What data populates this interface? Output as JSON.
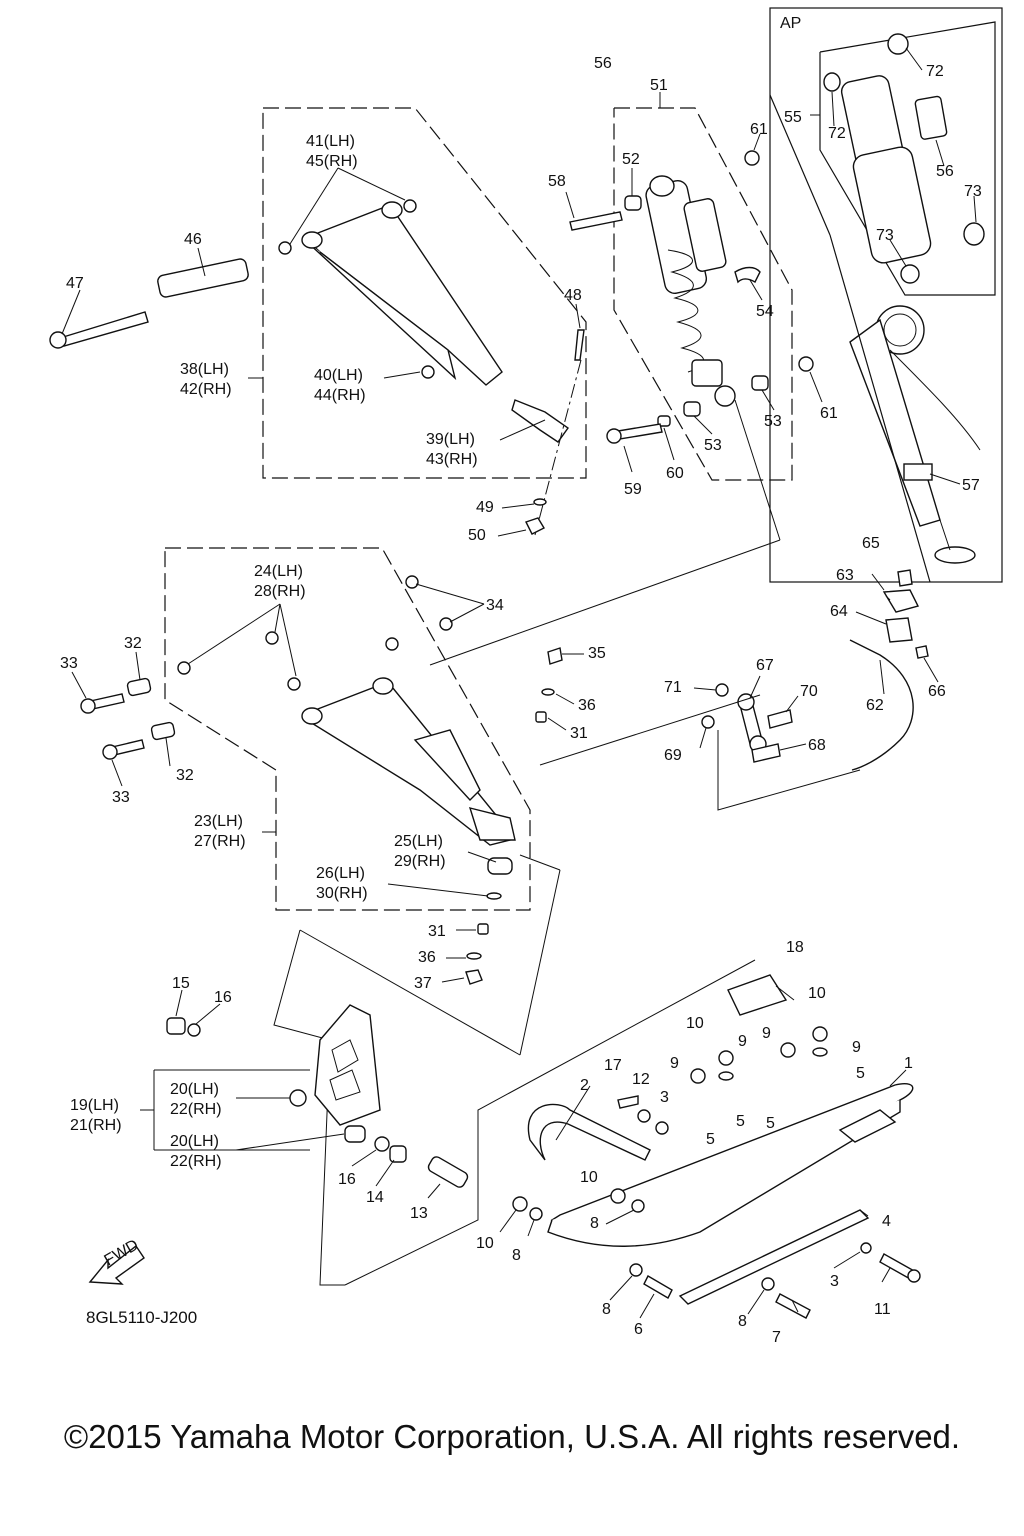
{
  "diagram": {
    "ref_code": "8GL5110-J200",
    "copyright": "©2015 Yamaha Motor Corporation, U.S.A. All rights reserved.",
    "fwd_label": "FWD",
    "assembly_label": "AP",
    "callouts": {
      "c1": "1",
      "c2": "2",
      "c3a": "3",
      "c3b": "3",
      "c4": "4",
      "c5a": "5",
      "c5b": "5",
      "c5c": "5",
      "c5d": "5",
      "c6": "6",
      "c7": "7",
      "c8a": "8",
      "c8b": "8",
      "c8c": "8",
      "c8d": "8",
      "c9a": "9",
      "c9b": "9",
      "c9c": "9",
      "c9d": "9",
      "c10a": "10",
      "c10b": "10",
      "c10c": "10",
      "c10d": "10",
      "c11": "11",
      "c12": "12",
      "c13": "13",
      "c14": "14",
      "c15": "15",
      "c16a": "16",
      "c16b": "16",
      "c17": "17",
      "c18": "18",
      "c19": "19(LH)",
      "c21": "21(RH)",
      "c20a": "20(LH)",
      "c22a": "22(RH)",
      "c20b": "20(LH)",
      "c22b": "22(RH)",
      "c23": "23(LH)",
      "c27": "27(RH)",
      "c24": "24(LH)",
      "c28": "28(RH)",
      "c25": "25(LH)",
      "c29": "29(RH)",
      "c26": "26(LH)",
      "c30": "30(RH)",
      "c31a": "31",
      "c31b": "31",
      "c32a": "32",
      "c32b": "32",
      "c33a": "33",
      "c33b": "33",
      "c34": "34",
      "c35": "35",
      "c36a": "36",
      "c36b": "36",
      "c37": "37",
      "c38": "38(LH)",
      "c42": "42(RH)",
      "c39": "39(LH)",
      "c43": "43(RH)",
      "c40": "40(LH)",
      "c44": "44(RH)",
      "c41": "41(LH)",
      "c45": "45(RH)",
      "c46": "46",
      "c47": "47",
      "c48": "48",
      "c49": "49",
      "c50": "50",
      "c51": "51",
      "c52": "52",
      "c53a": "53",
      "c53b": "53",
      "c54": "54",
      "c55": "55",
      "c56a": "56",
      "c56b": "56",
      "c57": "57",
      "c58": "58",
      "c59": "59",
      "c60": "60",
      "c61a": "61",
      "c61b": "61",
      "c62": "62",
      "c63": "63",
      "c64": "64",
      "c65": "65",
      "c66": "66",
      "c67": "67",
      "c68": "68",
      "c69": "69",
      "c70": "70",
      "c71": "71",
      "c72a": "72",
      "c72b": "72",
      "c73a": "73",
      "c73b": "73"
    }
  }
}
